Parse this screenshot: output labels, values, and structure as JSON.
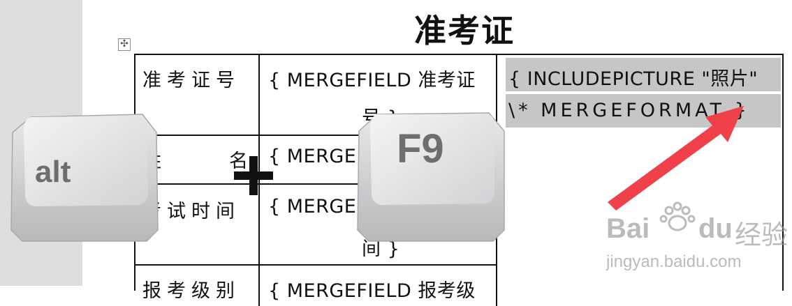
{
  "document": {
    "title": "准考证",
    "move_handle_symbol": "✣",
    "rows": [
      {
        "label": "准考证号",
        "field_line1": "{ MERGEFIELD 准考证",
        "field_line2": "号 }"
      },
      {
        "label_left": "姓",
        "label_right": "名",
        "field_line1": "{ MERGE"
      },
      {
        "label": "考试时间",
        "field_line1": "{ MERGE",
        "field_line2": "间 }"
      },
      {
        "label": "报考级别",
        "field_line1": "{ MERGEFIELD 报考级"
      }
    ],
    "photo_field": {
      "line1": "{ INCLUDEPICTURE   \"照片\"",
      "line2": "\\*  MERGEFORMAT  }"
    }
  },
  "overlay": {
    "alt_key_label": "alt",
    "f9_key_label": "F9",
    "plus_symbol": "+",
    "arrow_color": "#f0414a"
  },
  "watermark": {
    "brand": "Bai",
    "brand_end": "du",
    "brand_cn": "经验",
    "url": "jingyan.baidu.com"
  }
}
